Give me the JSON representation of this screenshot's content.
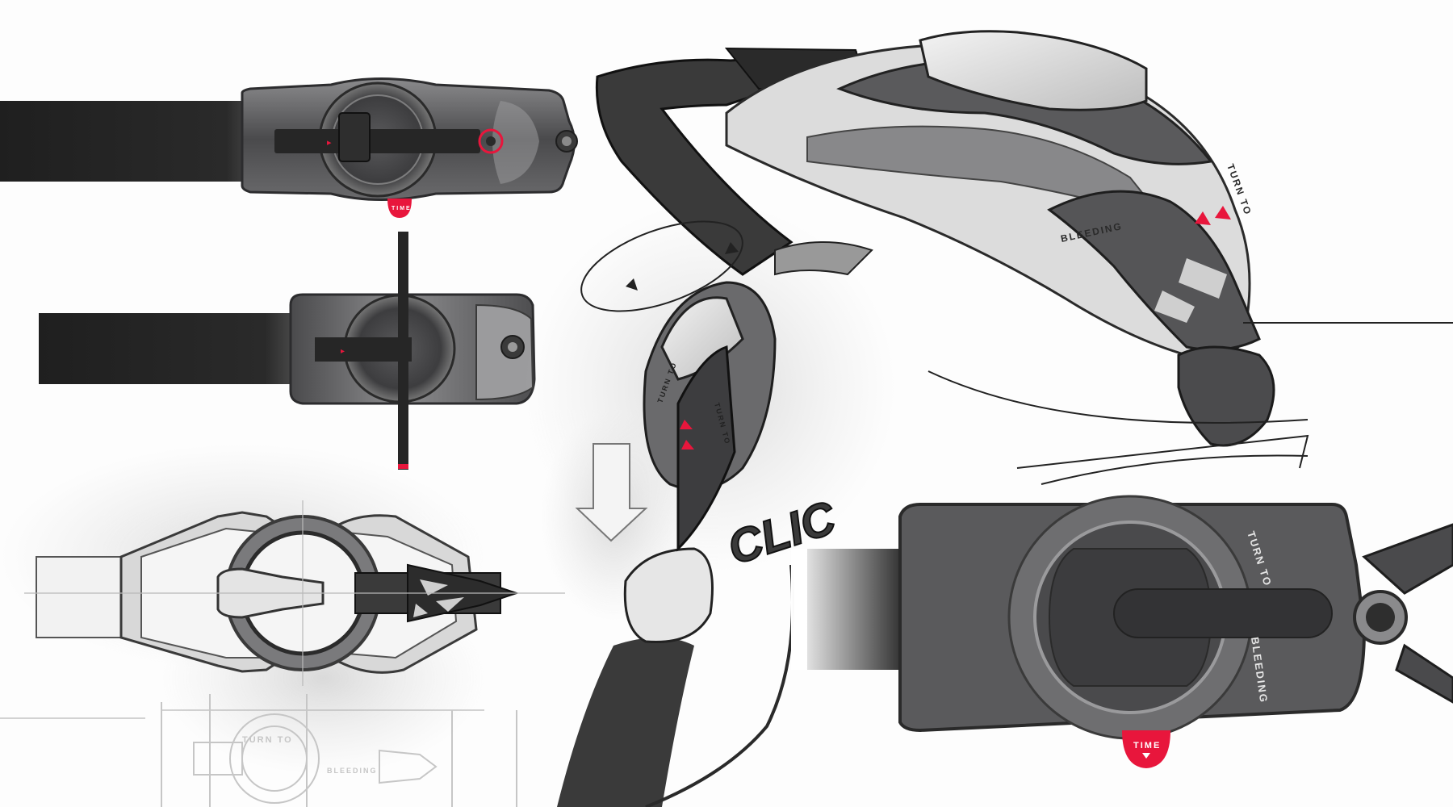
{
  "sheet": {
    "background": "#fdfdfd",
    "accent_color": "#e8163c",
    "strap_color": "#2a2a2a",
    "housing_dark": "#3b3b3d",
    "housing_mid": "#6e6e70",
    "housing_light": "#cfcfd0"
  },
  "labels": {
    "time_tag": "TIME",
    "turn_text": "TURN TO",
    "bleeding_text": "BLEEDING",
    "clic_text": "CLIC",
    "arrow_glyph": "▸"
  },
  "views": [
    {
      "name": "top-view-tensioned"
    },
    {
      "name": "top-view-vertical-strap"
    },
    {
      "name": "wireframe-top-view"
    },
    {
      "name": "perspective-main"
    },
    {
      "name": "clic-buckle-detail"
    },
    {
      "name": "detail-close-up"
    }
  ]
}
